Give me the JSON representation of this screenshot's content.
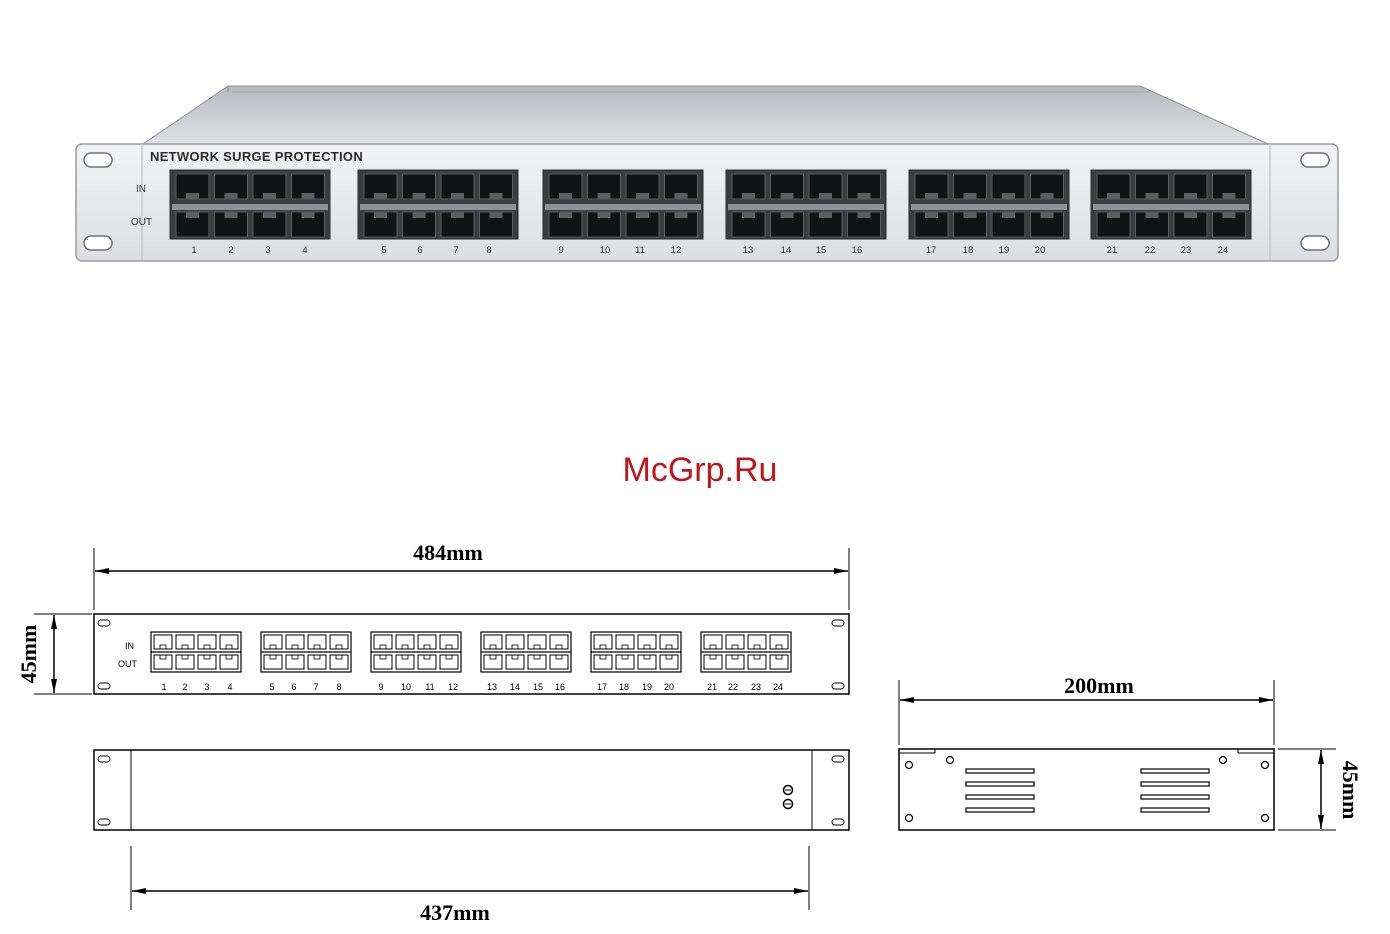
{
  "photo": {
    "title": "NETWORK SURGE PROTECTION",
    "row_in_label": "IN",
    "row_out_label": "OUT",
    "port_numbers": [
      "1",
      "2",
      "3",
      "4",
      "5",
      "6",
      "7",
      "8",
      "9",
      "10",
      "11",
      "12",
      "13",
      "14",
      "15",
      "16",
      "17",
      "18",
      "19",
      "20",
      "21",
      "22",
      "23",
      "24"
    ],
    "panel_color": "#e6e8ea",
    "top_color": "#c9ccd0"
  },
  "watermark": {
    "text": "McGrp.Ru",
    "color": "#c0161a"
  },
  "drawing": {
    "row_in_label": "IN",
    "row_out_label": "OUT",
    "port_numbers": [
      "1",
      "2",
      "3",
      "4",
      "5",
      "6",
      "7",
      "8",
      "9",
      "10",
      "11",
      "12",
      "13",
      "14",
      "15",
      "16",
      "17",
      "18",
      "19",
      "20",
      "21",
      "22",
      "23",
      "24"
    ],
    "dim_width": "484mm",
    "dim_height_front": "45mm",
    "dim_inner_width": "437mm",
    "dim_depth": "200mm",
    "dim_height_side": "45mm"
  }
}
